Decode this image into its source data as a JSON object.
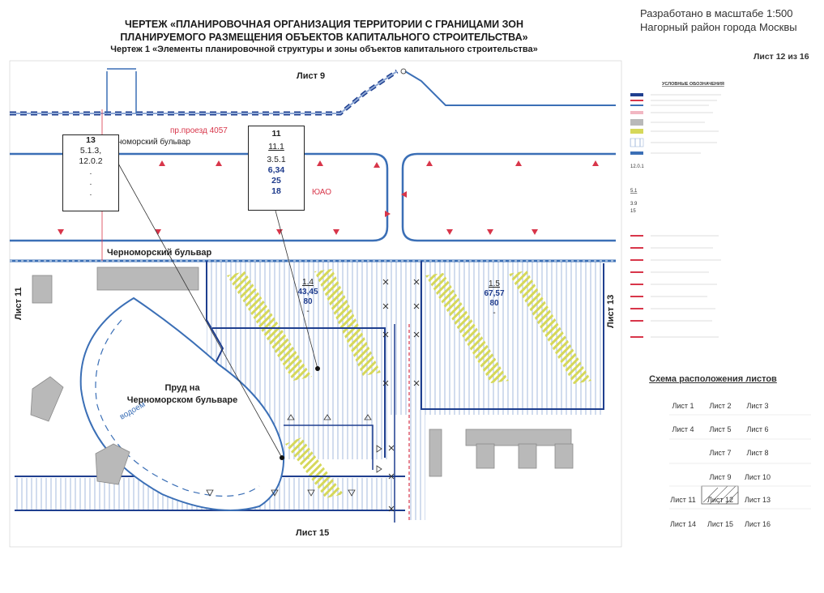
{
  "header": {
    "title_line1": "ЧЕРТЕЖ «ПЛАНИРОВОЧНАЯ ОРГАНИЗАЦИЯ ТЕРРИТОРИИ С ГРАНИЦАМИ ЗОН",
    "title_line2": "ПЛАНИРУЕМОГО РАЗМЕЩЕНИЯ ОБЪЕКТОВ КАПИТАЛЬНОГО СТРОИТЕЛЬСТВА»",
    "subtitle": "Чертеж 1 «Элементы планировочной структуры и зоны объектов капитального строительства»",
    "scale_line1": "Разработано в масштабе 1:500",
    "scale_line2": "Нагорный район города Москвы",
    "sheet_number": "Лист 12 из 16"
  },
  "map": {
    "sheet_top": "Лист 9",
    "sheet_bottom": "Лист 15",
    "sheet_left": "Лист 11",
    "sheet_right": "Лист 13",
    "street_upper": "Черноморский бульвар",
    "street_upper_cut": "номорский  бульвар",
    "street_lower": "Черноморский бульвар",
    "passage": "пр.проезд 4057",
    "district_label": "ЮАО",
    "pond_label_1": "Пруд на",
    "pond_label_2": "Черноморском бульваре",
    "pond_side_text": "водоем",
    "box13": {
      "title": "13",
      "l1": "5.1.3,",
      "l2": "12.0.2",
      "l3": ".",
      "l4": ".",
      "l5": "."
    },
    "box11": {
      "title": "11",
      "l1": "11.1",
      "l2": "3.5.1",
      "l3": "6,34",
      "l4": "25",
      "l5": "18"
    },
    "zone14": {
      "id": "1.4",
      "v1": "43,45",
      "v2": "80",
      "v3": "-"
    },
    "zone15": {
      "id": "1.5",
      "v1": "67,57",
      "v2": "80",
      "v3": "-"
    }
  },
  "legend": {
    "title": "УСЛОВНЫЕ ОБОЗНАЧЕНИЯ",
    "value_codes": [
      "12.0.1",
      "5.1",
      "3.9",
      "15"
    ]
  },
  "schema": {
    "title": "Схема расположения листов",
    "rows": [
      [
        "Лист 1",
        "Лист 2",
        "Лист 3"
      ],
      [
        "Лист 4",
        "Лист 5",
        "Лист 6"
      ],
      [
        "",
        "Лист 7",
        "Лист 8"
      ],
      [
        "",
        "Лист 9",
        "Лист 10"
      ],
      [
        "Лист 11",
        "Лист 12",
        "Лист 13"
      ],
      [
        "Лист 14",
        "Лист 15",
        "Лист 16"
      ]
    ]
  },
  "colors": {
    "road_blue": "#3b6fb6",
    "red_line": "#d8364a",
    "hatch": "#8fa9d6",
    "crosswalk": "#d6d85a",
    "building": "#b9b9b9",
    "dark_boundary": "#1f3f8f"
  }
}
